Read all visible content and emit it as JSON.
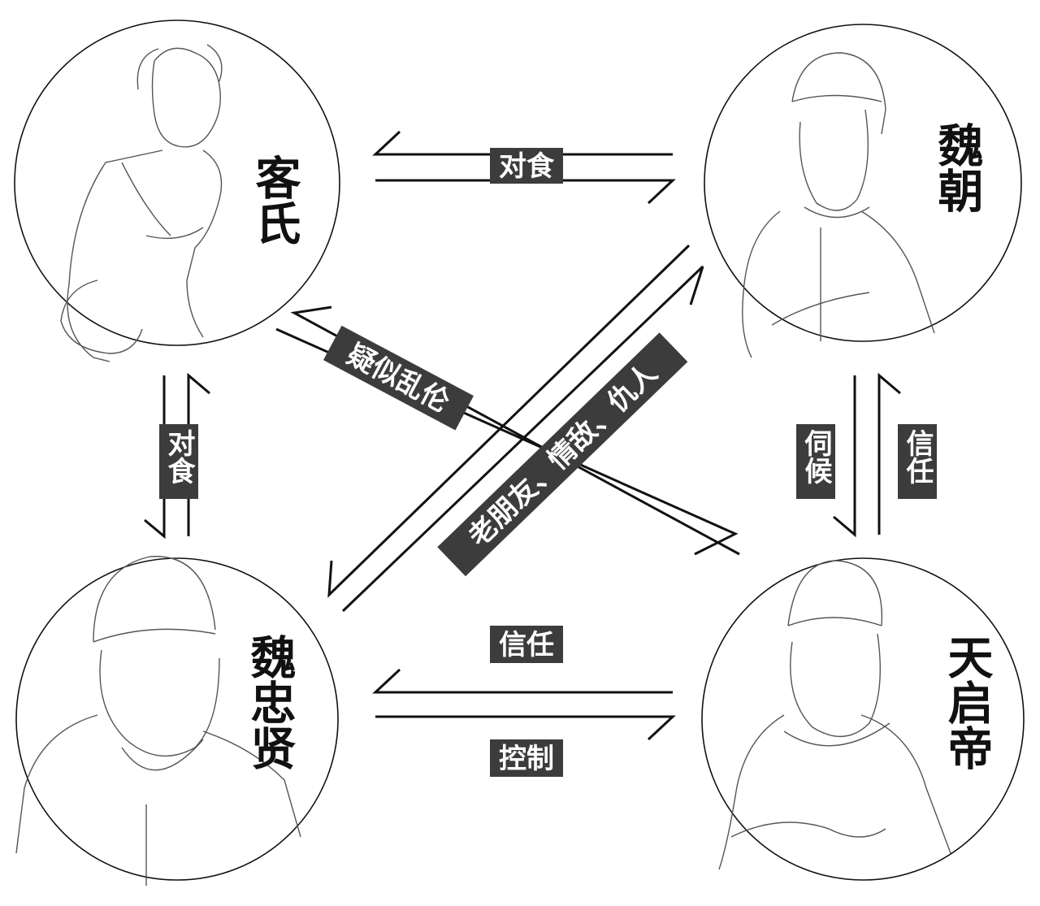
{
  "people": {
    "keshi": "客氏",
    "weichao": "魏朝",
    "weizhongxian": "魏忠贤",
    "tianqi": "天启帝"
  },
  "relations": {
    "keshi_weichao": "对食",
    "keshi_weizhongxian": "对食",
    "weichao_tianqi_left": "伺候",
    "weichao_tianqi_right": "信任",
    "tianqi_weizhongxian_top": "信任",
    "weizhongxian_tianqi_bottom": "控制",
    "keshi_tianqi_diag": "疑似乱伦",
    "weichao_weizhongxian_diag": "老朋友、情敌、仇人"
  },
  "colors": {
    "label_bg": "#3c3c3c",
    "label_text": "#ffffff",
    "line": "#111111"
  }
}
